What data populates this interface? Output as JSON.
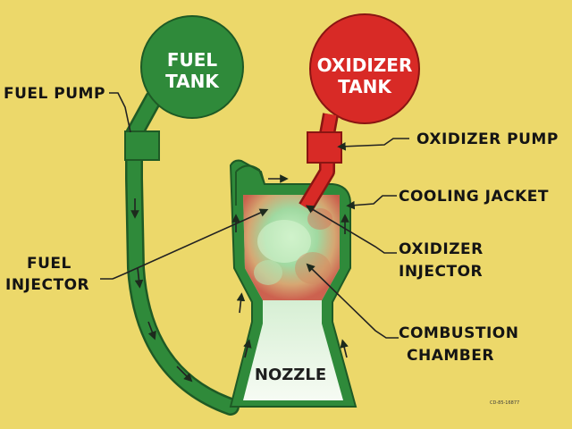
{
  "tanks": {
    "fuel": {
      "line1": "FUEL",
      "line2": "TANK"
    },
    "oxidizer": {
      "line1": "OXIDIZER",
      "line2": "TANK"
    }
  },
  "labels": {
    "fuel_pump": "FUEL PUMP",
    "oxidizer_pump": "OXIDIZER PUMP",
    "cooling_jacket": "COOLING JACKET",
    "oxidizer_injector": {
      "line1": "OXIDIZER",
      "line2": "INJECTOR"
    },
    "fuel_injector": {
      "line1": "FUEL",
      "line2": "INJECTOR"
    },
    "combustion_chamber": {
      "line1": "COMBUSTION",
      "line2": "CHAMBER"
    },
    "nozzle": "NOZZLE"
  },
  "figure_code": "CD-85-16877",
  "colors": {
    "background": "#ecd86a",
    "fuel": "#2f8a3a",
    "fuel_outline": "#1e5a25",
    "oxidizer": "#d82a26",
    "oxidizer_outline": "#8a1512",
    "text": "#141414"
  }
}
